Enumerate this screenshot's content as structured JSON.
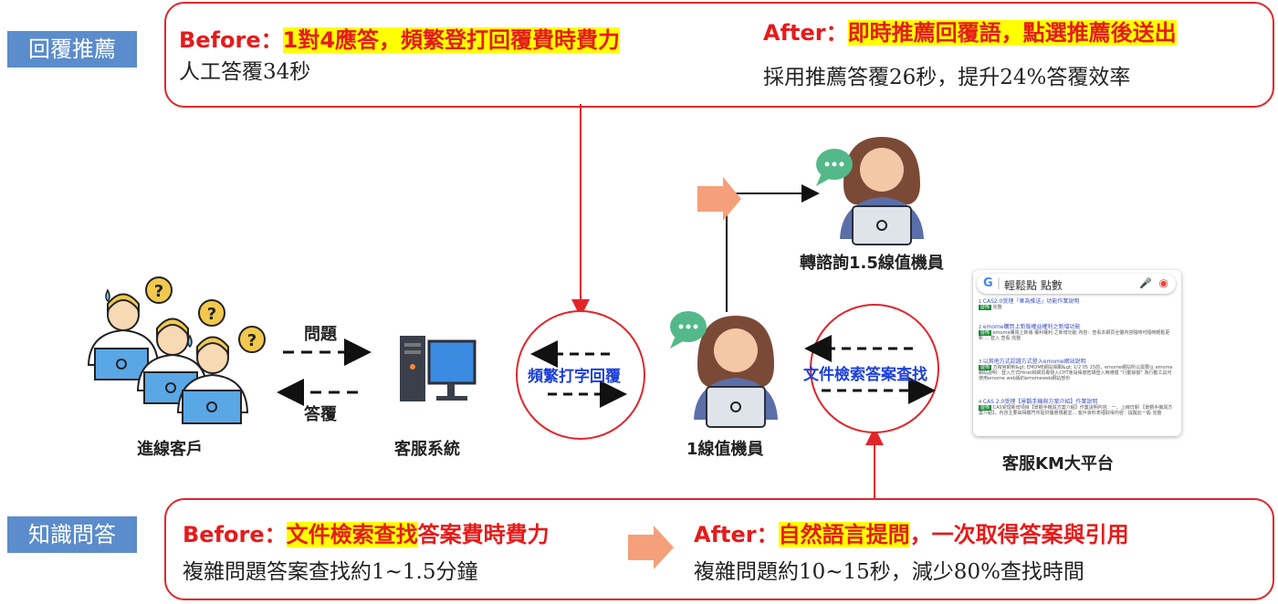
{
  "tags": {
    "reply": "回覆推薦",
    "kqa": "知識問答"
  },
  "top_panel": {
    "before_label": "Before：",
    "before_highlight": "1對4應答，頻繁登打回覆費時費力",
    "before_detail": "人工答覆34秒",
    "after_label": "After：",
    "after_highlight": "即時推薦回覆語，點選推薦後送出",
    "after_detail": "採用推薦答覆26秒，提升24%答覆效率"
  },
  "bottom_panel": {
    "before_label": "Before：",
    "before_highlight": "文件檢索查找",
    "before_rest": "答案費時費力",
    "before_detail": "複雜問題答案查找約1~1.5分鐘",
    "after_label": "After：",
    "after_highlight": "自然語言提問",
    "after_rest": "，一次取得答案與引用",
    "after_detail": "複雜問題約10~15秒，減少80%查找時間"
  },
  "flow": {
    "customers": "進線客戶",
    "question": "問題",
    "answer": "答覆",
    "system": "客服系統",
    "typing_circle": "頻繁打字回覆",
    "agent1": "1線值機員",
    "agent15": "轉諮詢1.5線值機員",
    "search_circle": "文件檢索答案查找",
    "km_platform": "客服KM大平台"
  },
  "km_search": {
    "query": "輕鬆點 點數",
    "results": [
      {
        "num": "1",
        "title": "CAS2.0受理「華為推送」功能作業說明",
        "badge": "發佈",
        "snippet": "完整"
      },
      {
        "num": "2",
        "title": "emome購買上新版權益權利之新增功能",
        "badge": "發佈",
        "snippet": "emome購買上新版 權利權利 之新增功能 內容：查看本網頁全體內容隨時可隨時輕鬆更新 ... 登入  查看  完整"
      },
      {
        "num": "3",
        "title": "以其他方式認證方式登入emome網站說明",
        "badge": "發佈",
        "snippet": "方跨官網到&gt; EMOME網站相關&gt; 1/2 05 15前，emome網站所以需要以 emome網站說明：登入方式Hinet和網頁專營入CHT會員帳號密碼登入時遵循 \"行動餘額\" 為行動工具可使用emome web版的emomeweb網站部份"
      },
      {
        "num": "4",
        "title": "CAS 2.0受理【景觀手機與方案介紹】作業說明",
        "badge": "發佈",
        "snippet": "CAS受理新增項目【景觀手機與方案介紹】作業說明內容：一、上線日期 【景觀手機與方案介紹】，內容主要由相關門市提供優惠規劃並... 客戶資料表裡取得內容：提醒此一般  完整"
      }
    ]
  },
  "colors": {
    "accent_red": "#e0262b",
    "tag_blue": "#5b8ccc",
    "highlight": "#ffff00",
    "link_blue": "#1d3fd9",
    "arrow_orange": "#f4a07a"
  },
  "icons": [
    "customer-group-icon",
    "question-mark-icon",
    "computer-tower-icon",
    "headset-agent-icon",
    "chat-bubble-icon",
    "google-g-icon",
    "mic-icon",
    "lens-icon",
    "orange-arrow-icon"
  ]
}
